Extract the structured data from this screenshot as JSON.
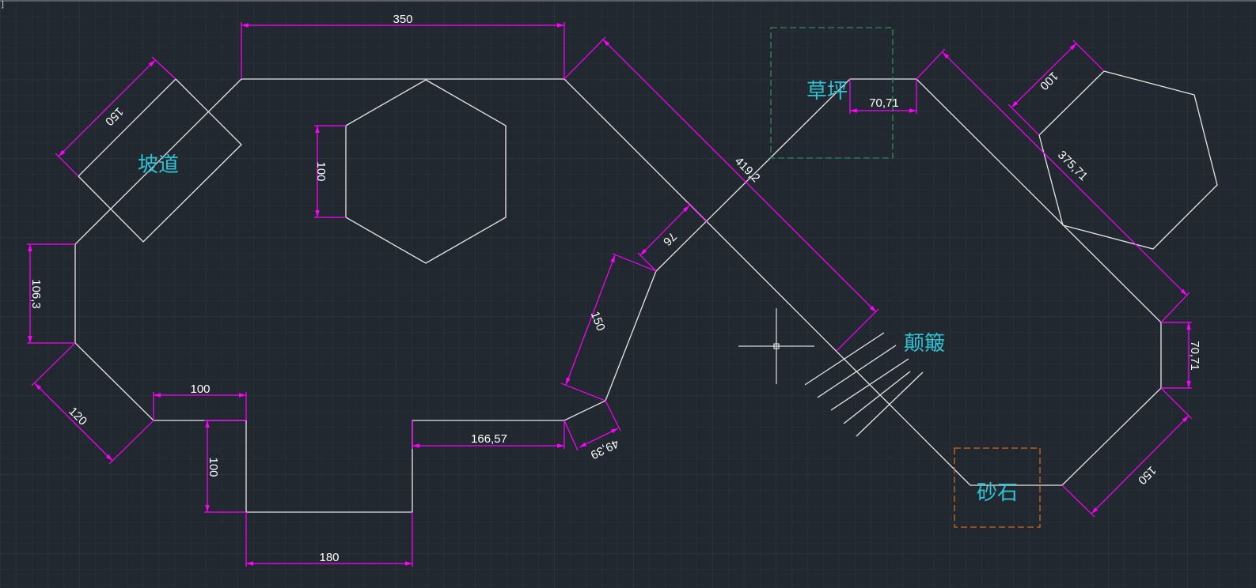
{
  "window": {
    "corner_mark": "]"
  },
  "colors": {
    "background": "#212830",
    "grid_minor": "#2a323b",
    "grid_major": "#323b45",
    "geometry": "#e6e6e6",
    "dimension": "#ff00ff",
    "label": "#2fc2d4",
    "lawn_box": "#2e8b57",
    "gravel_box": "#d2691e"
  },
  "labels": {
    "ramp": "坡道",
    "lawn": "草坪",
    "bump": "颠簸",
    "gravel": "砂石"
  },
  "dimensions": {
    "top_width": "350",
    "hexagon_height": "100",
    "ramp_width": "150",
    "left_vertical": "106,3",
    "left_lower_diag": "120",
    "step_top": "100",
    "step_vertical": "100",
    "bottom_width": "180",
    "bottom_right_horizontal": "166,57",
    "small_diag": "49,39",
    "mid_diag": "150",
    "narrow_width": "76",
    "long_diag": "419,2",
    "lawn_top": "70,71",
    "pentagon_side": "100",
    "right_long_diag": "375,71",
    "right_vertical": "70,71",
    "right_lower_diag": "150"
  },
  "icons": {
    "crosshair": "cad-crosshair-cursor-icon"
  }
}
